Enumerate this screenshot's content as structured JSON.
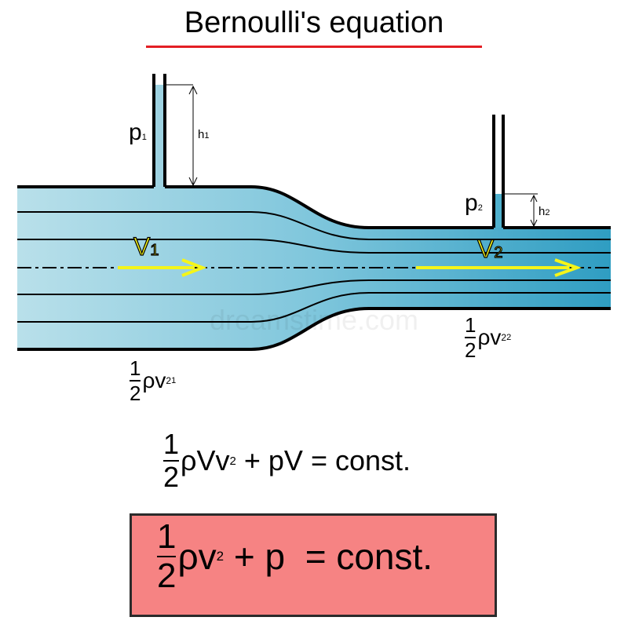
{
  "title": "Bernoulli's equation",
  "colors": {
    "fluid": "#a6d7e3",
    "fluid_dark": "#3aa4c4",
    "title_rule": "#e31e24",
    "box_fill": "#f68383",
    "arrow": "#f5f519"
  },
  "tube1": {
    "p_label": "p",
    "p_sub": "1",
    "h_label": "h",
    "h_sub": "1"
  },
  "tube2": {
    "p_label": "p",
    "p_sub": "2",
    "h_label": "h",
    "h_sub": "2"
  },
  "velocity1": {
    "label": "V",
    "sub": "1"
  },
  "velocity2": {
    "label": "V",
    "sub": "2"
  },
  "kinetic1": {
    "num": "1",
    "den": "2",
    "rho": "ρ",
    "v": "v",
    "sup": "2",
    "sub": "1"
  },
  "kinetic2": {
    "num": "1",
    "den": "2",
    "rho": "ρ",
    "v": "v",
    "sup": "2",
    "sub": "2"
  },
  "equation_volume": {
    "num": "1",
    "den": "2",
    "rest_a": "ρVv",
    "sup": "2",
    "rest_b": " + pV = const."
  },
  "equation_main": {
    "num": "1",
    "den": "2",
    "rest_a": "ρv",
    "sup": "2",
    "rest_b": " + p  = const."
  },
  "watermark": "dreamstime.com"
}
